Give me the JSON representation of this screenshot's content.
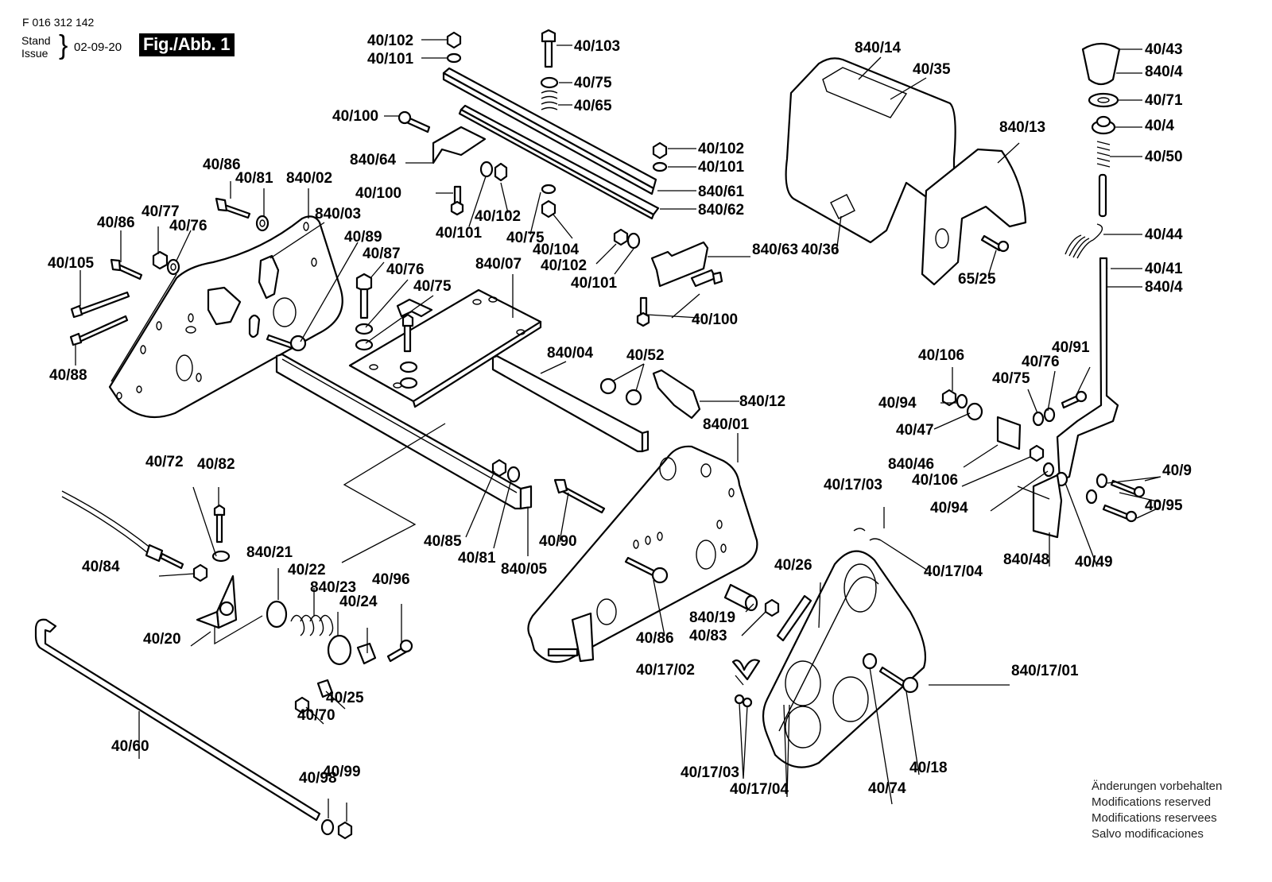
{
  "header": {
    "part_code": "F 016 312 142",
    "stand_label": "Stand",
    "issue_label": "Issue",
    "brace": "}",
    "date": "02-09-20",
    "figure_label": "Fig./Abb. 1"
  },
  "footer": {
    "lines": [
      "Änderungen vorbehalten",
      "Modifications reserved",
      "Modifications reservees",
      "Salvo modificaciones"
    ]
  },
  "callouts": [
    {
      "id": "c01",
      "text": "40/102"
    },
    {
      "id": "c02",
      "text": "40/101"
    },
    {
      "id": "c03",
      "text": "40/103"
    },
    {
      "id": "c04",
      "text": "40/75"
    },
    {
      "id": "c05",
      "text": "40/65"
    },
    {
      "id": "c06",
      "text": "40/100"
    },
    {
      "id": "c07",
      "text": "840/64"
    },
    {
      "id": "c08",
      "text": "40/102"
    },
    {
      "id": "c09",
      "text": "40/101"
    },
    {
      "id": "c10",
      "text": "840/61"
    },
    {
      "id": "c11",
      "text": "840/62"
    },
    {
      "id": "c12",
      "text": "40/100"
    },
    {
      "id": "c13",
      "text": "40/101"
    },
    {
      "id": "c14",
      "text": "40/102"
    },
    {
      "id": "c15",
      "text": "40/75"
    },
    {
      "id": "c16",
      "text": "40/104"
    },
    {
      "id": "c17",
      "text": "40/102"
    },
    {
      "id": "c18",
      "text": "40/101"
    },
    {
      "id": "c19",
      "text": "840/63"
    },
    {
      "id": "c20",
      "text": "40/100"
    },
    {
      "id": "c21",
      "text": "840/14"
    },
    {
      "id": "c22",
      "text": "40/35"
    },
    {
      "id": "c23",
      "text": "840/13"
    },
    {
      "id": "c24",
      "text": "40/36"
    },
    {
      "id": "c25",
      "text": "65/25"
    },
    {
      "id": "c26",
      "text": "40/43"
    },
    {
      "id": "c27",
      "text": "840/4"
    },
    {
      "id": "c28",
      "text": "40/71"
    },
    {
      "id": "c29",
      "text": "40/4"
    },
    {
      "id": "c30",
      "text": "40/50"
    },
    {
      "id": "c31",
      "text": "40/44"
    },
    {
      "id": "c32",
      "text": "40/41"
    },
    {
      "id": "c33",
      "text": "840/4"
    },
    {
      "id": "c34",
      "text": "40/86"
    },
    {
      "id": "c35",
      "text": "40/81"
    },
    {
      "id": "c36",
      "text": "840/02"
    },
    {
      "id": "c37",
      "text": "840/03"
    },
    {
      "id": "c38",
      "text": "40/86"
    },
    {
      "id": "c39",
      "text": "40/77"
    },
    {
      "id": "c40",
      "text": "40/76"
    },
    {
      "id": "c41",
      "text": "40/105"
    },
    {
      "id": "c42",
      "text": "40/88"
    },
    {
      "id": "c43",
      "text": "40/89"
    },
    {
      "id": "c44",
      "text": "40/87"
    },
    {
      "id": "c45",
      "text": "40/76"
    },
    {
      "id": "c46",
      "text": "40/75"
    },
    {
      "id": "c47",
      "text": "840/07"
    },
    {
      "id": "c48",
      "text": "840/04"
    },
    {
      "id": "c49",
      "text": "40/52"
    },
    {
      "id": "c50",
      "text": "840/12"
    },
    {
      "id": "c51",
      "text": "840/01"
    },
    {
      "id": "c52",
      "text": "40/85"
    },
    {
      "id": "c53",
      "text": "40/81"
    },
    {
      "id": "c54",
      "text": "840/05"
    },
    {
      "id": "c55",
      "text": "40/90"
    },
    {
      "id": "c56",
      "text": "40/106"
    },
    {
      "id": "c57",
      "text": "40/94"
    },
    {
      "id": "c58",
      "text": "40/47"
    },
    {
      "id": "c59",
      "text": "40/75"
    },
    {
      "id": "c60",
      "text": "40/76"
    },
    {
      "id": "c61",
      "text": "40/91"
    },
    {
      "id": "c62",
      "text": "840/46"
    },
    {
      "id": "c63",
      "text": "40/106"
    },
    {
      "id": "c64",
      "text": "40/94"
    },
    {
      "id": "c65",
      "text": "840/48"
    },
    {
      "id": "c66",
      "text": "40/49"
    },
    {
      "id": "c67",
      "text": "40/9"
    },
    {
      "id": "c68",
      "text": "40/95"
    },
    {
      "id": "c69",
      "text": "40/17/03"
    },
    {
      "id": "c70",
      "text": "40/17/04"
    },
    {
      "id": "c71",
      "text": "40/26"
    },
    {
      "id": "c72",
      "text": "840/19"
    },
    {
      "id": "c73",
      "text": "40/83"
    },
    {
      "id": "c74",
      "text": "40/86"
    },
    {
      "id": "c75",
      "text": "40/17/02"
    },
    {
      "id": "c76",
      "text": "840/17/01"
    },
    {
      "id": "c77",
      "text": "40/17/03"
    },
    {
      "id": "c78",
      "text": "40/17/04"
    },
    {
      "id": "c79",
      "text": "40/74"
    },
    {
      "id": "c80",
      "text": "40/18"
    },
    {
      "id": "c81",
      "text": "40/72"
    },
    {
      "id": "c82",
      "text": "40/82"
    },
    {
      "id": "c83",
      "text": "40/84"
    },
    {
      "id": "c84",
      "text": "840/21"
    },
    {
      "id": "c85",
      "text": "40/22"
    },
    {
      "id": "c86",
      "text": "840/23"
    },
    {
      "id": "c87",
      "text": "40/24"
    },
    {
      "id": "c88",
      "text": "40/96"
    },
    {
      "id": "c89",
      "text": "40/20"
    },
    {
      "id": "c90",
      "text": "40/25"
    },
    {
      "id": "c91",
      "text": "40/70"
    },
    {
      "id": "c92",
      "text": "40/60"
    },
    {
      "id": "c93",
      "text": "40/98"
    },
    {
      "id": "c94",
      "text": "40/99"
    }
  ]
}
